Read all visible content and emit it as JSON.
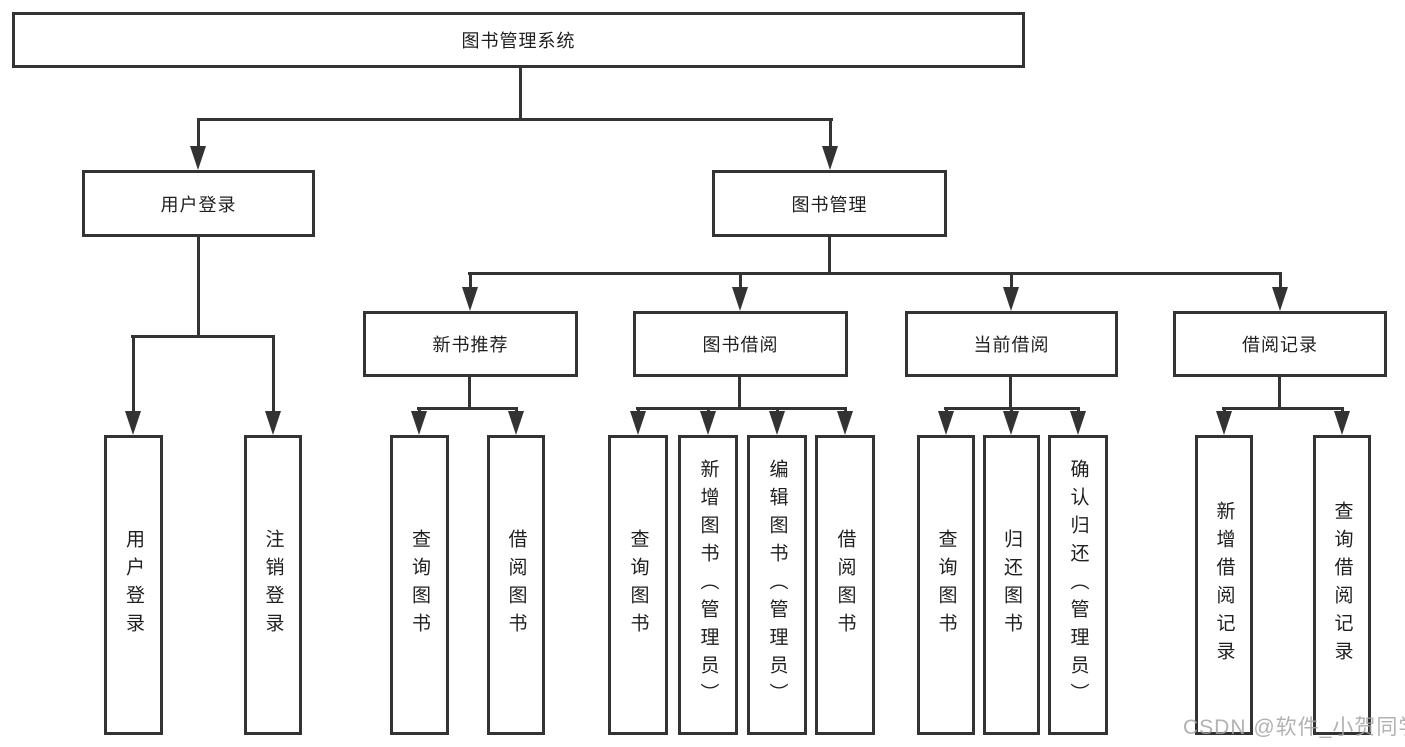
{
  "diagram": {
    "type": "tree",
    "root": {
      "label": "图书管理系统",
      "children": [
        {
          "label": "用户登录",
          "children": [
            {
              "label": "用户登录"
            },
            {
              "label": "注销登录"
            }
          ]
        },
        {
          "label": "图书管理",
          "children": [
            {
              "label": "新书推荐",
              "children": [
                {
                  "label": "查询图书"
                },
                {
                  "label": "借阅图书"
                }
              ]
            },
            {
              "label": "图书借阅",
              "children": [
                {
                  "label": "查询图书"
                },
                {
                  "label": "新增图书（管理员）"
                },
                {
                  "label": "编辑图书（管理员）"
                },
                {
                  "label": "借阅图书"
                }
              ]
            },
            {
              "label": "当前借阅",
              "children": [
                {
                  "label": "查询图书"
                },
                {
                  "label": "归还图书"
                },
                {
                  "label": "确认归还（管理员）"
                }
              ]
            },
            {
              "label": "借阅记录",
              "children": [
                {
                  "label": "新增借阅记录"
                },
                {
                  "label": "查询借阅记录"
                }
              ]
            }
          ]
        }
      ]
    }
  },
  "watermark": {
    "text": "CSDN @软件_小贺同学"
  },
  "colors": {
    "line": "#333333",
    "box_border": "#333333",
    "text": "#1f1f1f",
    "background": "#ffffff",
    "watermark": "#a5a5a5"
  }
}
